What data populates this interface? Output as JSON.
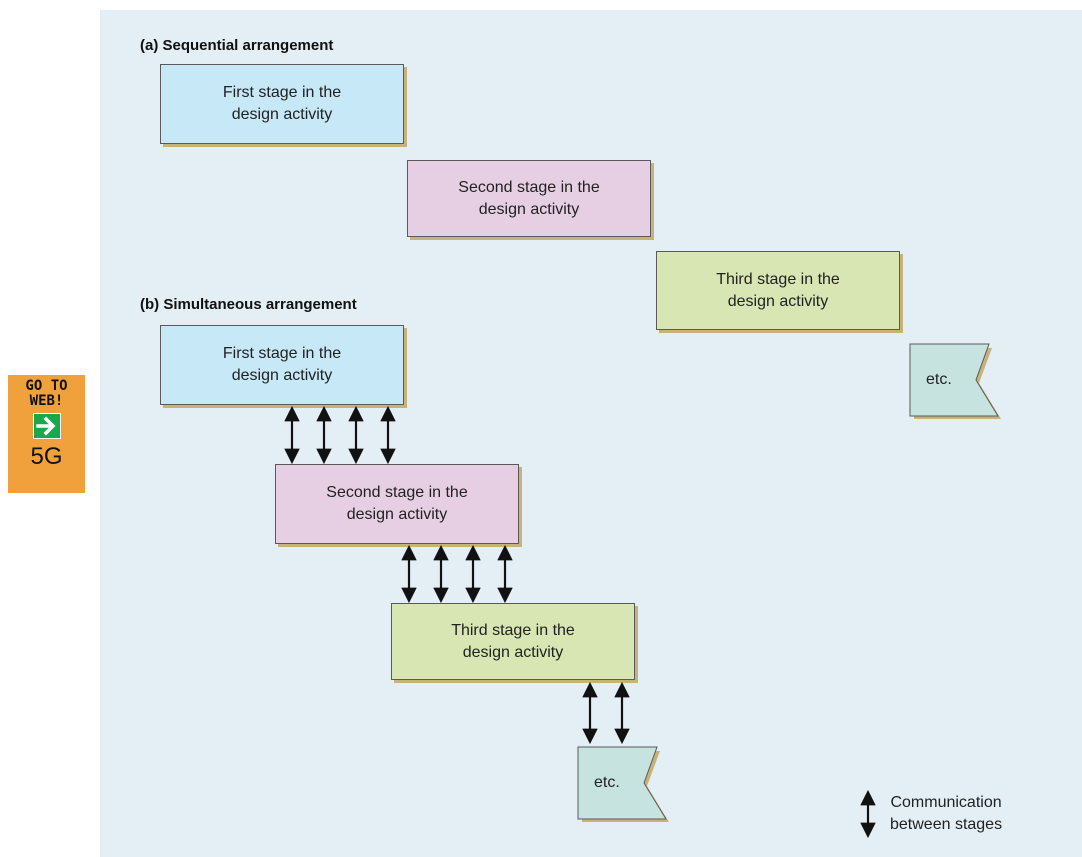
{
  "badge": {
    "label": "GO TO\nWEB!",
    "code": "5G",
    "icon": "arrow-right-icon",
    "colors": {
      "background": "#f0a13b",
      "arrow": "#18a94b"
    }
  },
  "sequential": {
    "title": "(a)  Sequential arrangement",
    "stages": [
      {
        "text": "First stage in the\ndesign activity",
        "color": "#c6e8f7"
      },
      {
        "text": "Second stage in the\ndesign activity",
        "color": "#e6cfe2"
      },
      {
        "text": "Third stage in the\ndesign activity",
        "color": "#d7e6b3"
      }
    ],
    "etc": "etc."
  },
  "simultaneous": {
    "title": "(b)  Simultaneous arrangement",
    "stages": [
      {
        "text": "First stage in the\ndesign activity",
        "color": "#c6e8f7"
      },
      {
        "text": "Second stage in the\ndesign activity",
        "color": "#e6cfe2"
      },
      {
        "text": "Third stage in the\ndesign activity",
        "color": "#d7e6b3"
      }
    ],
    "etc": "etc.",
    "arrow_counts": [
      4,
      4,
      2
    ]
  },
  "legend": {
    "text": "Communication\nbetween stages",
    "icon": "double-arrow-icon"
  },
  "colors": {
    "panel": "#e4eef5",
    "etc_box": "#c7e3df",
    "shadow": "#c9b27a"
  }
}
